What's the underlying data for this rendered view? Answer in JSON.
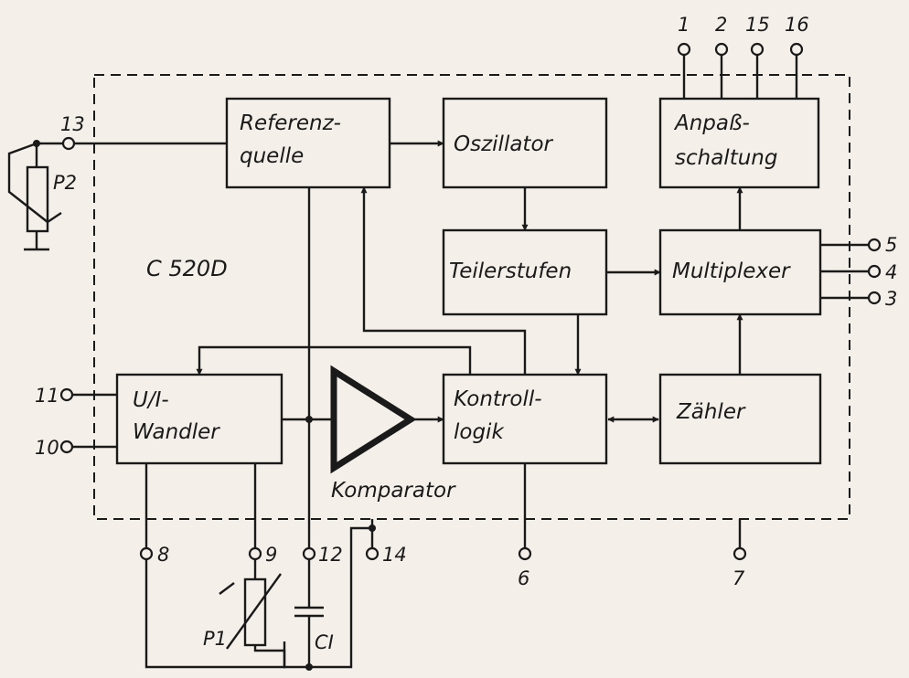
{
  "chip": {
    "name": "C 520D"
  },
  "blocks": {
    "referenz": {
      "line1": "Referenz-",
      "line2": "quelle"
    },
    "oszillator": {
      "label": "Oszillator"
    },
    "anpass": {
      "line1": "Anpaß-",
      "line2": "schaltung"
    },
    "teiler": {
      "label": "Teilerstufen"
    },
    "multiplexer": {
      "label": "Multiplexer"
    },
    "ui": {
      "line1": "U/I-",
      "line2": "Wandler"
    },
    "kontroll": {
      "line1": "Kontroll-",
      "line2": "logik"
    },
    "zaehler": {
      "label": "Zähler"
    },
    "komparator": {
      "label": "Komparator"
    }
  },
  "components": {
    "p1": "P1",
    "p2": "P2",
    "ci": "CI"
  },
  "pins": {
    "p1": "1",
    "p2": "2",
    "p3": "3",
    "p4": "4",
    "p5": "5",
    "p6": "6",
    "p7": "7",
    "p8": "8",
    "p9": "9",
    "p10": "10",
    "p11": "11",
    "p12": "12",
    "p13": "13",
    "p14": "14",
    "p15": "15",
    "p16": "16"
  }
}
